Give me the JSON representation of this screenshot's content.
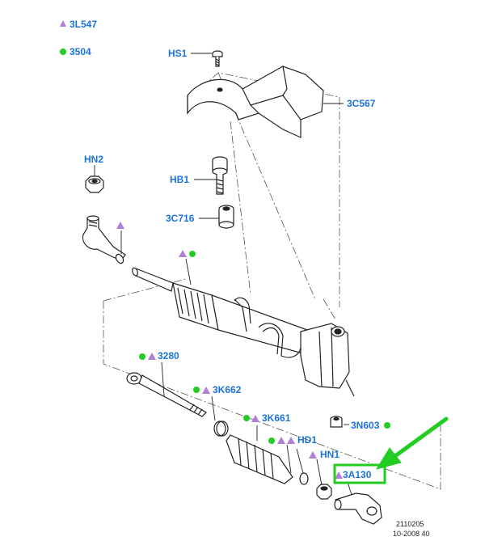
{
  "legend": [
    {
      "marker": "triangle",
      "color": "#b07fd6",
      "label": "3L547"
    },
    {
      "marker": "circle",
      "color": "#22cc22",
      "label": "3504"
    }
  ],
  "callouts": {
    "hs1": "HS1",
    "c567": "3C567",
    "hn2": "HN2",
    "hb1": "HB1",
    "c716": "3C716",
    "p3280": "3280",
    "k662": "3K662",
    "k661": "3K661",
    "hd1": "HD1",
    "n603": "3N603",
    "hn1": "HN1",
    "a130": "3A130"
  },
  "colors": {
    "callout_text": "#1a73d9",
    "triangle": "#b07fd6",
    "circle": "#22cc22",
    "highlight": "#22cc22",
    "line": "#222222"
  },
  "footer": {
    "code": "2110205",
    "date": "10-2008 40"
  }
}
